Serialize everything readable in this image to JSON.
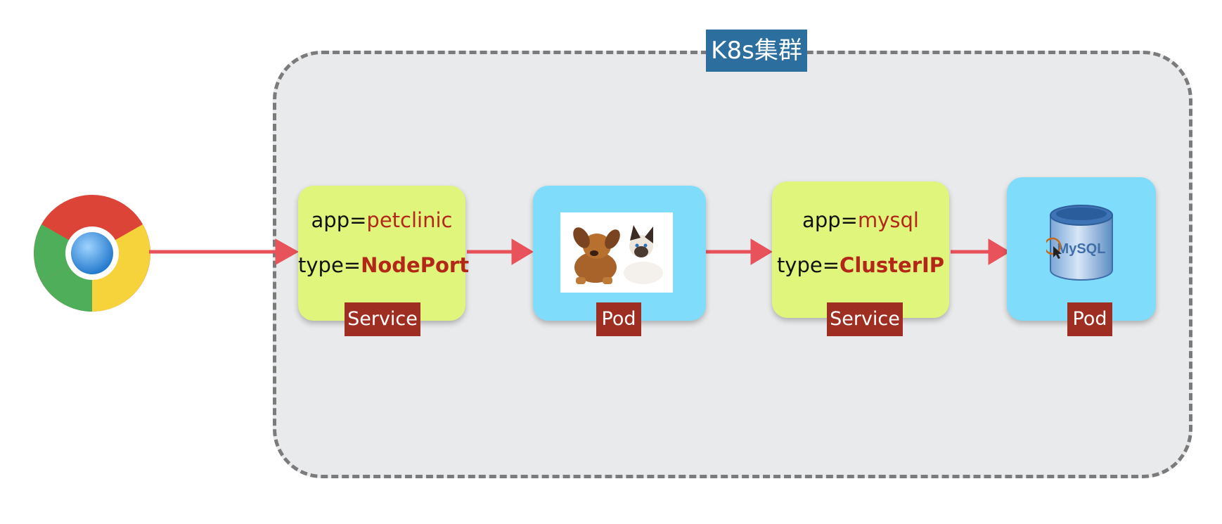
{
  "cluster": {
    "title": "K8s集群"
  },
  "service1": {
    "app_key": "app=",
    "app_value": "petclinic",
    "type_key": "type=",
    "type_value": "NodePort",
    "label": "Service"
  },
  "pod1": {
    "label": "Pod"
  },
  "service2": {
    "app_key": "app=",
    "app_value": "mysql",
    "type_key": "type=",
    "type_value": "ClusterIP",
    "label": "Service"
  },
  "pod2": {
    "label": "Pod",
    "logo_text": "MySQL"
  },
  "colors": {
    "service": "#dff57c",
    "pod": "#7fdcfb",
    "label": "#9e2e22",
    "title": "#2c6e9e",
    "arrow": "#e8525a",
    "accent": "#b22718"
  }
}
